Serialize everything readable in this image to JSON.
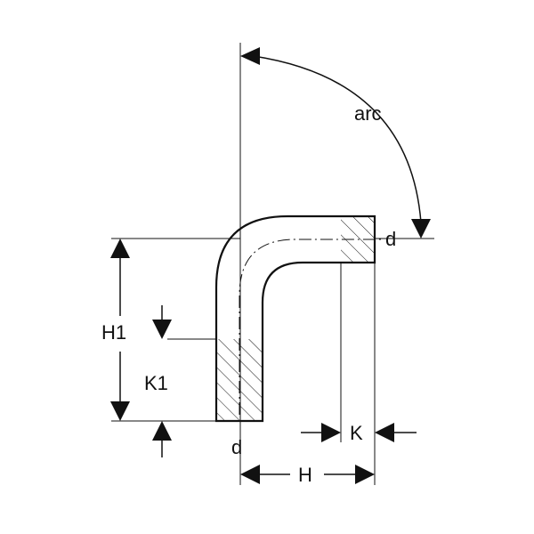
{
  "colors": {
    "ink": "#111111",
    "background": "#ffffff"
  },
  "labels": {
    "arc": "arc",
    "d_top": "d",
    "d_bottom": "d",
    "h1": "H1",
    "k1": "K1",
    "k": "K",
    "h": "H"
  }
}
